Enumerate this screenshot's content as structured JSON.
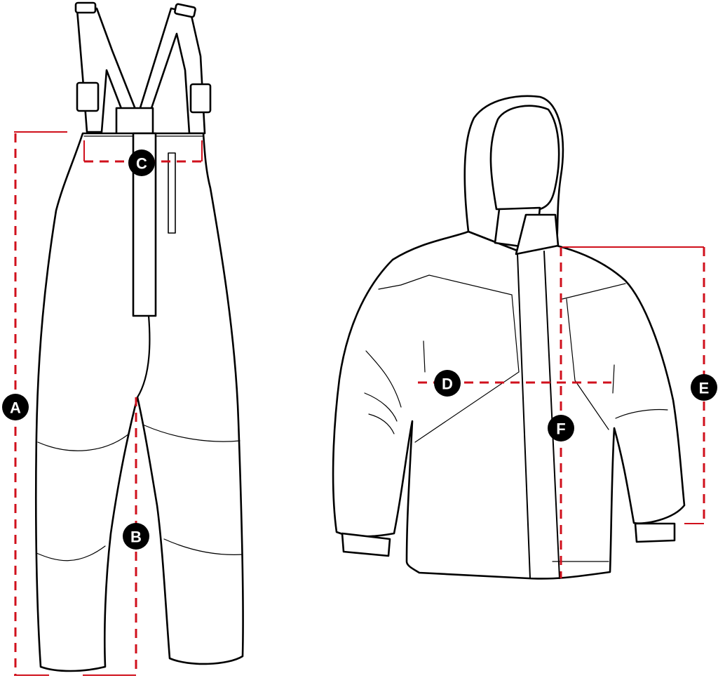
{
  "colors": {
    "outline": "#000000",
    "measure_line": "#d0101c",
    "marker_fill": "#000000",
    "marker_text": "#ffffff"
  },
  "markers": {
    "A": "A",
    "B": "B",
    "C": "C",
    "D": "D",
    "E": "E",
    "F": "F"
  }
}
